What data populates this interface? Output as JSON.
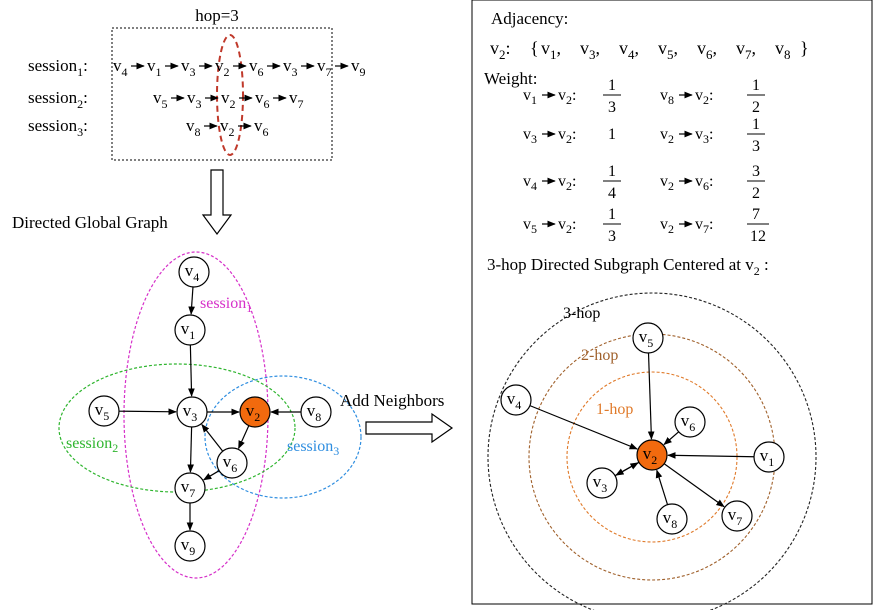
{
  "top": {
    "hop_label": "hop=3",
    "sessions": [
      {
        "name": "session",
        "sub": "1",
        "colon": ":",
        "sequence": [
          [
            "v",
            "4"
          ],
          [
            "v",
            "1"
          ],
          [
            "v",
            "3"
          ],
          [
            "v",
            "2"
          ],
          [
            "v",
            "6"
          ],
          [
            "v",
            "3"
          ],
          [
            "v",
            "7"
          ],
          [
            "v",
            "9"
          ]
        ]
      },
      {
        "name": "session",
        "sub": "2",
        "colon": ":",
        "sequence": [
          [
            "v",
            "5"
          ],
          [
            "v",
            "3"
          ],
          [
            "v",
            "2"
          ],
          [
            "v",
            "6"
          ],
          [
            "v",
            "7"
          ]
        ]
      },
      {
        "name": "session",
        "sub": "3",
        "colon": ":",
        "sequence": [
          [
            "v",
            "8"
          ],
          [
            "v",
            "2"
          ],
          [
            "v",
            "6"
          ]
        ]
      }
    ]
  },
  "labels": {
    "directed_global_graph": "Directed Global Graph",
    "add_neighbors": "Add Neighbors"
  },
  "global_graph": {
    "session_labels": [
      {
        "id": "g-session-1",
        "name": "session",
        "sub": "1",
        "color": "#d630c9"
      },
      {
        "id": "g-session-2",
        "name": "session",
        "sub": "2",
        "color": "#2fb52f"
      },
      {
        "id": "g-session-3",
        "name": "session",
        "sub": "3",
        "color": "#2f8ee0"
      }
    ],
    "nodes": [
      {
        "id": "v4",
        "base": "v",
        "sub": "4"
      },
      {
        "id": "v1",
        "base": "v",
        "sub": "1"
      },
      {
        "id": "v5",
        "base": "v",
        "sub": "5"
      },
      {
        "id": "v3",
        "base": "v",
        "sub": "3"
      },
      {
        "id": "v2",
        "base": "v",
        "sub": "2",
        "highlight": true
      },
      {
        "id": "v8",
        "base": "v",
        "sub": "8"
      },
      {
        "id": "v6",
        "base": "v",
        "sub": "6"
      },
      {
        "id": "v7",
        "base": "v",
        "sub": "7"
      },
      {
        "id": "v9",
        "base": "v",
        "sub": "9"
      }
    ],
    "edges": [
      [
        "v4",
        "v1"
      ],
      [
        "v1",
        "v3"
      ],
      [
        "v5",
        "v3"
      ],
      [
        "v3",
        "v2"
      ],
      [
        "v8",
        "v2"
      ],
      [
        "v2",
        "v6"
      ],
      [
        "v6",
        "v3"
      ],
      [
        "v3",
        "v7"
      ],
      [
        "v6",
        "v7"
      ],
      [
        "v7",
        "v9"
      ]
    ]
  },
  "adjacency": {
    "title": "Adjacency:",
    "center": [
      "v",
      "2"
    ],
    "colon": ":",
    "open_brace": "{",
    "close_brace": "}",
    "list": [
      [
        "v",
        "1"
      ],
      [
        "v",
        "3"
      ],
      [
        "v",
        "4"
      ],
      [
        "v",
        "5"
      ],
      [
        "v",
        "6"
      ],
      [
        "v",
        "7"
      ],
      [
        "v",
        "8"
      ]
    ]
  },
  "weight": {
    "title": "Weight",
    "colon": ":",
    "rows": [
      [
        {
          "from": [
            "v",
            "1"
          ],
          "to": [
            "v",
            "2"
          ],
          "num": "1",
          "den": "3"
        },
        {
          "from": [
            "v",
            "8"
          ],
          "to": [
            "v",
            "2"
          ],
          "num": "1",
          "den": "2"
        }
      ],
      [
        {
          "from": [
            "v",
            "3"
          ],
          "to": [
            "v",
            "2"
          ],
          "value": "1"
        },
        {
          "from": [
            "v",
            "2"
          ],
          "to": [
            "v",
            "3"
          ],
          "num": "1",
          "den": "3"
        }
      ],
      [
        {
          "from": [
            "v",
            "4"
          ],
          "to": [
            "v",
            "2"
          ],
          "num": "1",
          "den": "4"
        },
        {
          "from": [
            "v",
            "2"
          ],
          "to": [
            "v",
            "6"
          ],
          "num": "3",
          "den": "2"
        }
      ],
      [
        {
          "from": [
            "v",
            "5"
          ],
          "to": [
            "v",
            "2"
          ],
          "num": "1",
          "den": "3"
        },
        {
          "from": [
            "v",
            "2"
          ],
          "to": [
            "v",
            "7"
          ],
          "num": "7",
          "den": "12"
        }
      ]
    ]
  },
  "subgraph": {
    "title_text": "3-hop Directed Subgraph Centered at ",
    "title_node": [
      "v",
      "2"
    ],
    "title_end": " :",
    "rings": [
      {
        "id": "ring-3",
        "label": "3-hop",
        "color": "#222222"
      },
      {
        "id": "ring-2",
        "label": "2-hop",
        "color": "#a0612c"
      },
      {
        "id": "ring-1",
        "label": "1-hop",
        "color": "#e07a2a"
      }
    ],
    "nodes": [
      {
        "id": "v2",
        "base": "v",
        "sub": "2",
        "highlight": true
      },
      {
        "id": "v5",
        "base": "v",
        "sub": "5"
      },
      {
        "id": "v4",
        "base": "v",
        "sub": "4"
      },
      {
        "id": "v6",
        "base": "v",
        "sub": "6"
      },
      {
        "id": "v1",
        "base": "v",
        "sub": "1"
      },
      {
        "id": "v3",
        "base": "v",
        "sub": "3"
      },
      {
        "id": "v8",
        "base": "v",
        "sub": "8"
      },
      {
        "id": "v7",
        "base": "v",
        "sub": "7"
      }
    ],
    "edges": [
      [
        "v5",
        "v2"
      ],
      [
        "v4",
        "v2"
      ],
      [
        "v6",
        "v2"
      ],
      [
        "v1",
        "v2"
      ],
      [
        "v2",
        "v3"
      ],
      [
        "v3",
        "v2"
      ],
      [
        "v8",
        "v2"
      ],
      [
        "v2",
        "v7"
      ]
    ]
  },
  "colors": {
    "highlight_fill": "#f26a0e",
    "hop_dash": "#c0392b"
  }
}
